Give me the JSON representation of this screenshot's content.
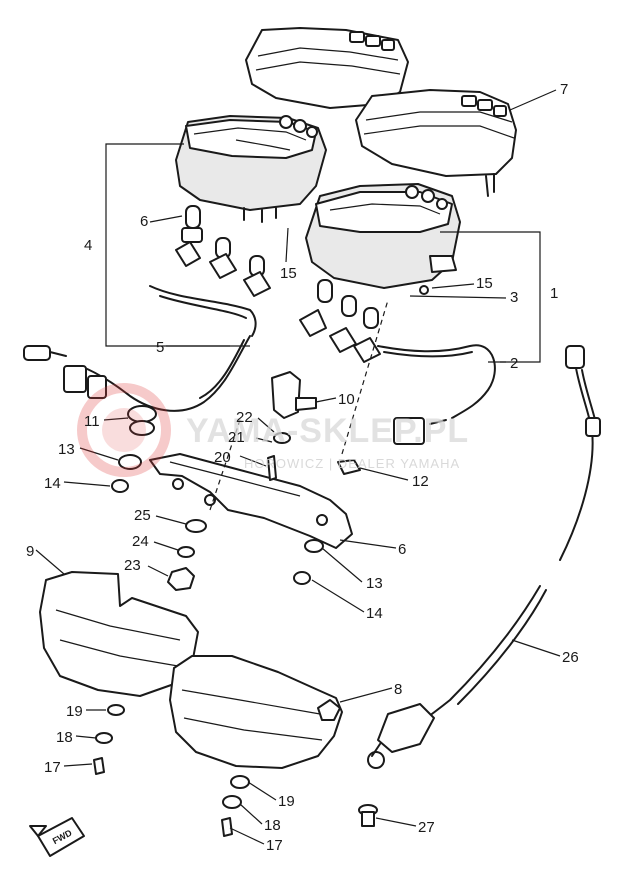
{
  "callouts": [
    {
      "id": "c7",
      "text": "7"
    },
    {
      "id": "c4",
      "text": "4"
    },
    {
      "id": "c6a",
      "text": "6"
    },
    {
      "id": "c15a",
      "text": "15"
    },
    {
      "id": "c15b",
      "text": "15"
    },
    {
      "id": "c3",
      "text": "3"
    },
    {
      "id": "c1",
      "text": "1"
    },
    {
      "id": "c2",
      "text": "2"
    },
    {
      "id": "c5",
      "text": "5"
    },
    {
      "id": "c10",
      "text": "10"
    },
    {
      "id": "c11",
      "text": "11"
    },
    {
      "id": "c22",
      "text": "22"
    },
    {
      "id": "c21",
      "text": "21"
    },
    {
      "id": "c13a",
      "text": "13"
    },
    {
      "id": "c20",
      "text": "20"
    },
    {
      "id": "c12",
      "text": "12"
    },
    {
      "id": "c14a",
      "text": "14"
    },
    {
      "id": "c25",
      "text": "25"
    },
    {
      "id": "c6b",
      "text": "6"
    },
    {
      "id": "c24",
      "text": "24"
    },
    {
      "id": "c9",
      "text": "9"
    },
    {
      "id": "c23",
      "text": "23"
    },
    {
      "id": "c13b",
      "text": "13"
    },
    {
      "id": "c14b",
      "text": "14"
    },
    {
      "id": "c26",
      "text": "26"
    },
    {
      "id": "c8",
      "text": "8"
    },
    {
      "id": "c19a",
      "text": "19"
    },
    {
      "id": "c18a",
      "text": "18"
    },
    {
      "id": "c17a",
      "text": "17"
    },
    {
      "id": "c19b",
      "text": "19"
    },
    {
      "id": "c18b",
      "text": "18"
    },
    {
      "id": "c17b",
      "text": "17"
    },
    {
      "id": "c27",
      "text": "27"
    }
  ],
  "watermark": {
    "main": "YAMA-SKLEP.PL",
    "sub": "HOROWICZ | DEALER YAMAHA",
    "accent_color": "#e04040"
  },
  "fwd_mark": {
    "text": "FWD"
  },
  "colors": {
    "ink": "#1a1a1a",
    "paper": "#ffffff"
  }
}
